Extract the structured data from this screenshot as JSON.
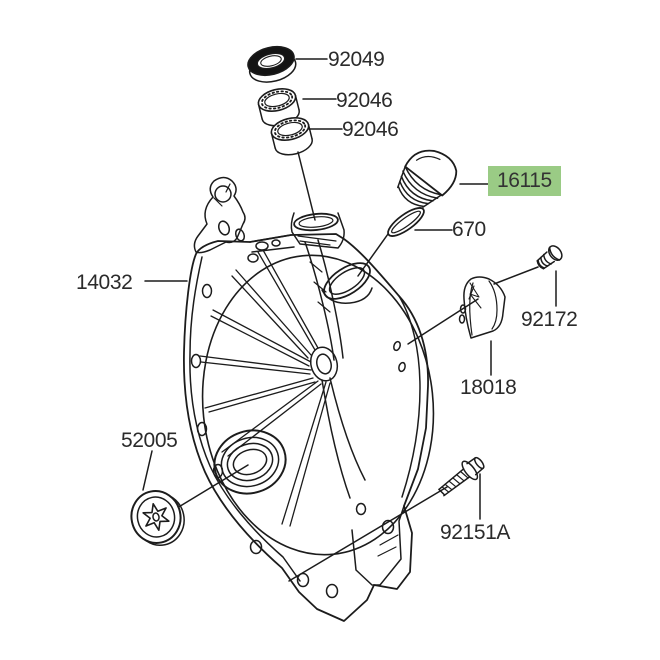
{
  "diagram": {
    "background_color": "#ffffff",
    "line_color": "#1c1c1c",
    "highlight_color": "#9acb85",
    "labels": [
      {
        "text": "92049",
        "highlighted": false
      },
      {
        "text": "92046",
        "highlighted": false
      },
      {
        "text": "92046",
        "highlighted": false
      },
      {
        "text": "16115",
        "highlighted": true
      },
      {
        "text": "670",
        "highlighted": false
      },
      {
        "text": "14032",
        "highlighted": false
      },
      {
        "text": "92172",
        "highlighted": false
      },
      {
        "text": "18018",
        "highlighted": false
      },
      {
        "text": "52005",
        "highlighted": false
      },
      {
        "text": "92151A",
        "highlighted": false
      }
    ]
  }
}
